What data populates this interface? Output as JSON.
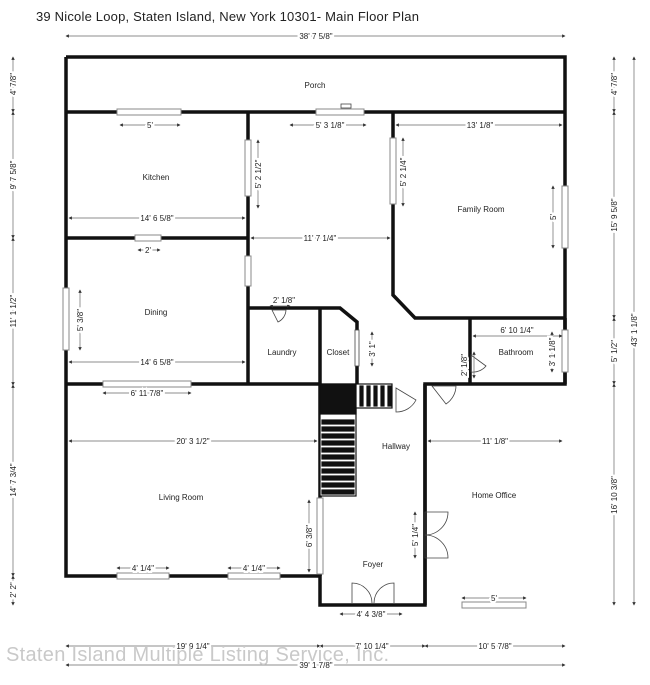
{
  "title": "39 Nicole Loop, Staten Island, New York 10301- Main Floor Plan",
  "watermark": "Staten Island Multiple Listing Service, Inc.",
  "rooms": {
    "porch": "Porch",
    "kitchen": "Kitchen",
    "family_room": "Family Room",
    "dining": "Dining",
    "laundry": "Laundry",
    "closet": "Closet",
    "bathroom": "Bathroom",
    "hallway": "Hallway",
    "living_room": "Living Room",
    "home_office": "Home Office",
    "foyer": "Foyer"
  },
  "dimensions": {
    "overall_top": "38' 7 5/8\"",
    "overall_bottom": "39' 1 7/8\"",
    "bottom_left": "19' 9 1/4\"",
    "bottom_middle": "7' 10 1/4\"",
    "bottom_right": "10' 5 7/8\"",
    "left_porch": "4' 7/8\"",
    "left_kitchen": "9' 7 5/8\"",
    "left_dining": "11' 1 1/2\"",
    "left_living": "14' 7 3/4\"",
    "left_bottom": "2' 2\"",
    "right_porch": "4' 7/8\"",
    "right_family": "15' 9 5/8\"",
    "right_bath": "5' 1/2\"",
    "right_office": "16' 10 3/8\"",
    "right_total": "43' 1 1/8\"",
    "kitchen_window": "5'",
    "porch_door": "5' 3 1/8\"",
    "family_width": "13' 1/8\"",
    "kitchen_door": "5' 2 1/2\"",
    "family_door": "5' 2 1/4\"",
    "family_window": "5'",
    "kitchen_width": "14' 6 5/8\"",
    "kitchen_opening": "2'",
    "center_width": "11' 7 1/4\"",
    "laundry_door": "2' 1/8\"",
    "bath_width": "6' 10 1/4\"",
    "dining_window": "5' 3/8\"",
    "closet_door": "3' 1\"",
    "bath_door": "2' 1/8\"",
    "bath_window": "3' 1 1/8\"",
    "dining_width": "14' 6 5/8\"",
    "living_opening": "6' 11 7/8\"",
    "living_width": "20' 3 1/2\"",
    "office_width": "11' 1/8\"",
    "living_door": "6' 3/8\"",
    "office_door": "5' 1/4\"",
    "living_window_1": "4' 1/4\"",
    "living_window_2": "4' 1/4\"",
    "front_door": "4' 4 3/8\"",
    "office_window": "5'"
  }
}
